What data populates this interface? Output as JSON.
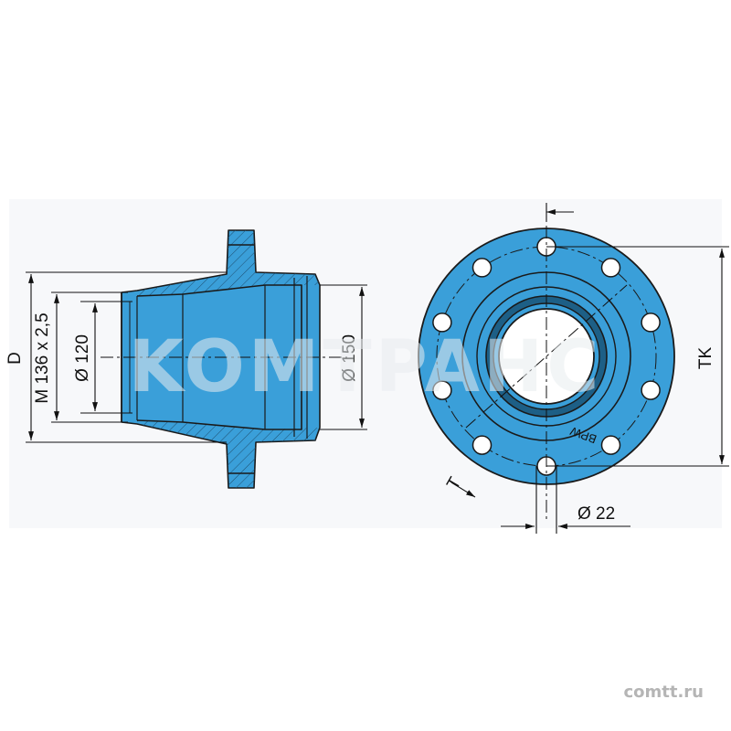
{
  "side_view": {
    "label_d": "D",
    "label_thread": "M 136 x 2,5",
    "label_dia_120": "Ø 120",
    "label_dia_150": "Ø 150"
  },
  "front_view": {
    "label_tk": "TK",
    "label_dia_22": "Ø 22",
    "label_cut": "T",
    "stamp": "BPW"
  },
  "watermark": "KOMTPAHC",
  "site": "comtt.ru",
  "colors": {
    "fill": "#3a9fd9",
    "outline": "#1a1a1a",
    "background": "#ffffff"
  }
}
